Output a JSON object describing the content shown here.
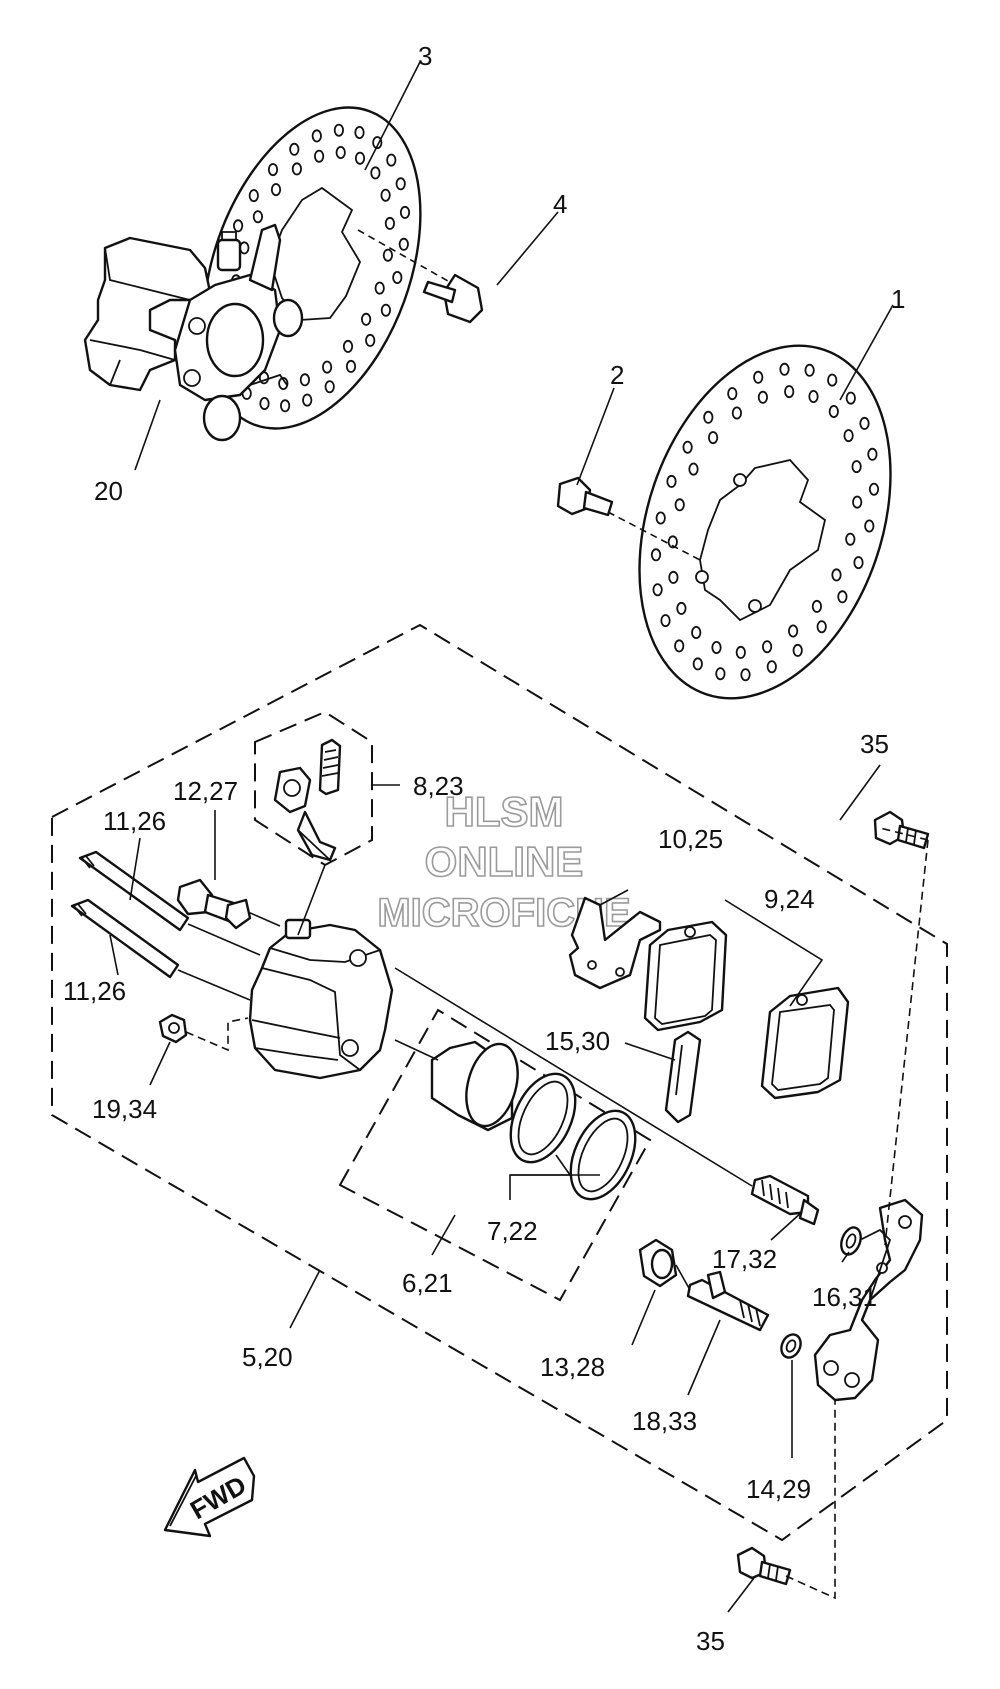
{
  "labels": {
    "l1": "1",
    "l2": "2",
    "l3": "3",
    "l4": "4",
    "l5_20": "5,20",
    "l6_21": "6,21",
    "l7_22": "7,22",
    "l8_23": "8,23",
    "l9_24": "9,24",
    "l10_25": "10,25",
    "l11_26a": "11,26",
    "l11_26b": "11,26",
    "l12_27": "12,27",
    "l13_28": "13,28",
    "l14_29": "14,29",
    "l15_30": "15,30",
    "l16_31": "16,31",
    "l17_32": "17,32",
    "l18_33": "18,33",
    "l19_34": "19,34",
    "l20": "20",
    "l35a": "35",
    "l35b": "35"
  },
  "watermark": {
    "line1": "HLSM",
    "line2": "ONLINE",
    "line3": "MICROFICHE"
  },
  "fwd_label": "FWD"
}
